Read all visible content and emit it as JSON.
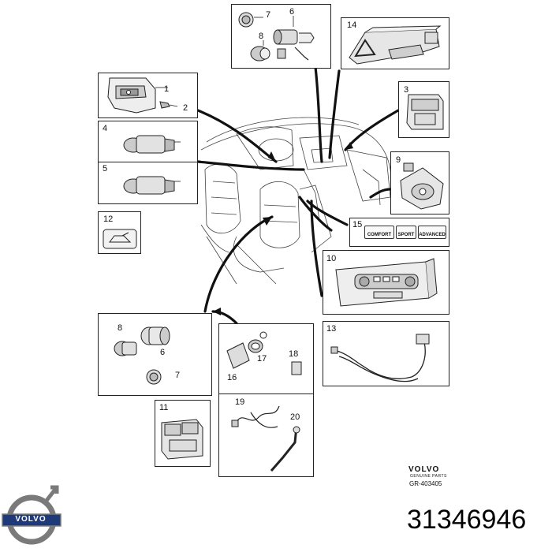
{
  "callouts": {
    "c1": "1",
    "c2": "2",
    "c3": "3",
    "c4": "4",
    "c5": "5",
    "c6a": "6",
    "c7a": "7",
    "c8a": "8",
    "c9": "9",
    "c10": "10",
    "c11": "11",
    "c12": "12",
    "c13": "13",
    "c14": "14",
    "c15": "15",
    "c6b": "6",
    "c7b": "7",
    "c8b": "8",
    "c16": "16",
    "c17": "17",
    "c18": "18",
    "c19": "19",
    "c20": "20"
  },
  "panel15_buttons": {
    "comfort": "COMFORT",
    "sport": "SPORT",
    "advanced": "ADVANCED"
  },
  "footer": {
    "brand": "VOLVO",
    "brand_subtitle": "GENUINE PARTS",
    "reference": "GR-403405",
    "logo_text": "VOLVO",
    "part_number": "31346946"
  },
  "colors": {
    "line": "#111111",
    "logo_blue": "#1f3a7a",
    "logo_ring": "#7a7a7a"
  }
}
